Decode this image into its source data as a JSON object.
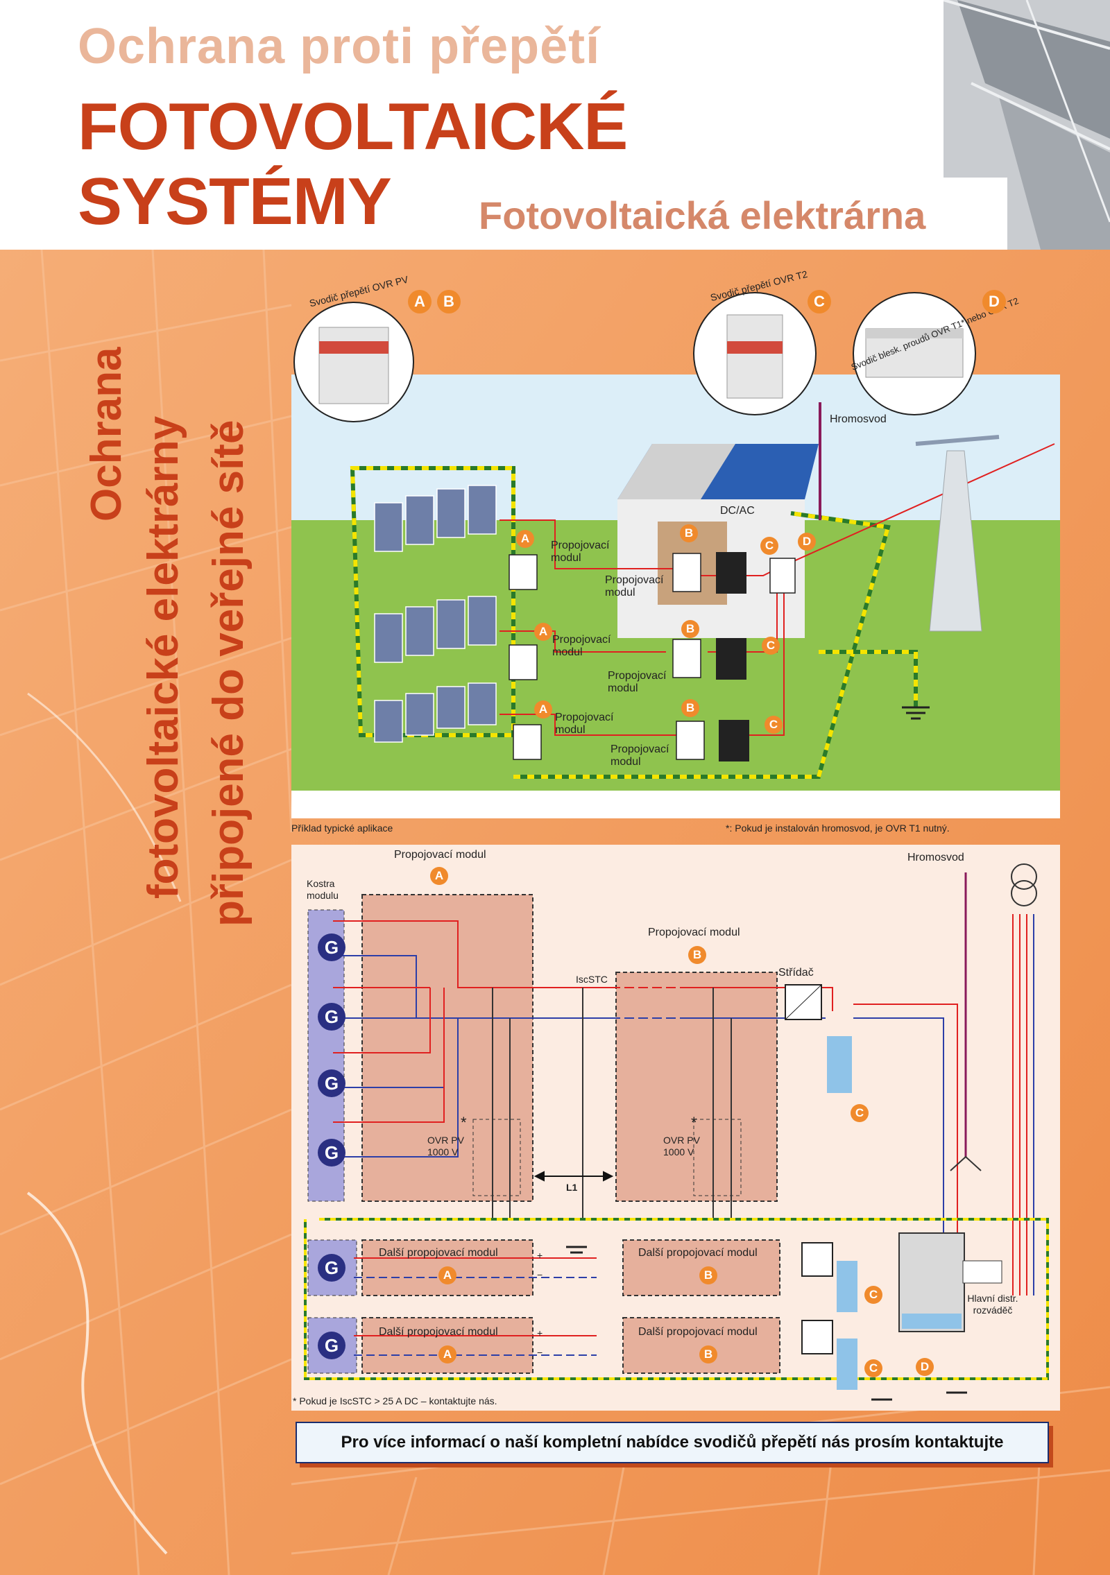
{
  "header": {
    "title_small": "Ochrana proti přepětí",
    "title_line1": "FOTOVOLTAICKÉ",
    "title_line2": "SYSTÉMY",
    "subtitle": "Fotovoltaická elektrárna"
  },
  "side_title": {
    "line1": "Ochrana",
    "line2": "fotovoltaické elektrárny",
    "line3": "připojené do veřejné sítě"
  },
  "top_diagram": {
    "product1_caption": "Svodič přepětí OVR PV",
    "product2_caption": "Svodič přepětí OVR T2",
    "product3_caption": "Svodič blesk. proudů OVR T1* nebo OVR T2",
    "badges": {
      "a": "A",
      "b": "B",
      "c": "C",
      "d": "D"
    },
    "lightning_rod": "Hromosvod",
    "dcac": "DC/AC",
    "connection_module": "Propojovací modul",
    "caption_left": "Příklad typické aplikace",
    "caption_right": "*: Pokud je instalován hromosvod, je OVR T1 nutný."
  },
  "bottom_diagram": {
    "module_a_title": "Propojovací modul",
    "module_b_title": "Propojovací modul",
    "frame_label": "Kostra modulu",
    "generator": "G",
    "isc": "IscSTC",
    "inverter": "Střídač",
    "lightning_rod": "Hromosvod",
    "ovr_label": "OVR PV 1000 V",
    "star": "*",
    "l1": "L1",
    "next_module": "Další propojovací modul",
    "main_board": "Hlavní distr. rozváděč",
    "plus": "+",
    "minus": "−",
    "footnote": "* Pokud je IscSTC > 25 A DC – kontaktujte nás."
  },
  "cta": {
    "text": "Pro více informací o naší kompletní nabídce svodičů přepětí nás prosím kontaktujte"
  },
  "colors": {
    "accent": "#c8401a",
    "title_light": "#eab69a",
    "badge": "#f08a2c",
    "background": "#f3a364"
  }
}
